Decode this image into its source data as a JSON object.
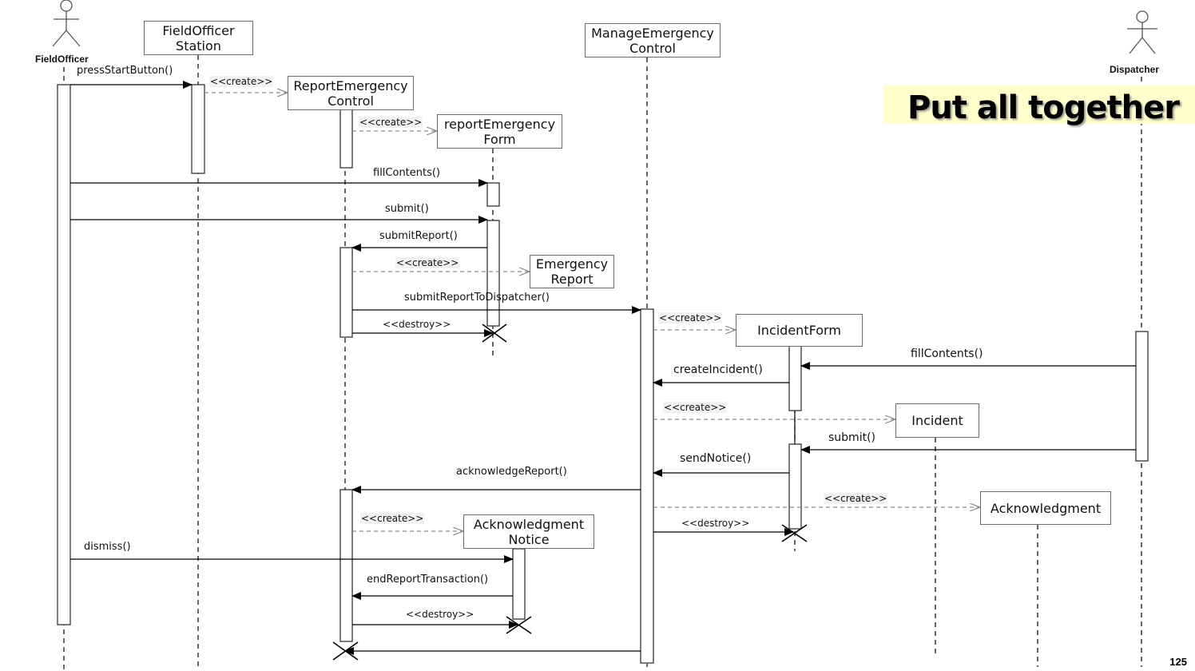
{
  "slide": {
    "title": "Put all together",
    "page_number": "125"
  },
  "actors": {
    "field_officer": "FieldOfficer",
    "dispatcher": "Dispatcher"
  },
  "objects": {
    "field_officer_station": "FieldOfficer\nStation",
    "manage_emergency_control": "ManageEmergency\nControl",
    "report_emergency_control": "ReportEmergency\nControl",
    "report_emergency_form": "reportEmergency\nForm",
    "emergency_report": "Emergency\nReport",
    "incident_form": "IncidentForm",
    "incident": "Incident",
    "acknowledgment_notice": "Acknowledgment\nNotice",
    "acknowledgment": "Acknowledgment"
  },
  "messages": {
    "press_start_button": "pressStartButton()",
    "fill_contents_officer": "fillContents()",
    "submit_officer": "submit()",
    "submit_report": "submitReport()",
    "submit_report_to_dispatcher": "submitReportToDispatcher()",
    "fill_contents_dispatcher": "fillContents()",
    "create_incident": "createIncident()",
    "submit_dispatcher": "submit()",
    "send_notice": "sendNotice()",
    "acknowledge_report": "acknowledgeReport()",
    "dismiss": "dismiss()",
    "end_report_transaction": "endReportTransaction()"
  },
  "stereotypes": {
    "create": "<<create>>",
    "destroy": "<<destroy>>"
  },
  "colors": {
    "line": "#000000",
    "dashed": "#8a8a8a",
    "box_border": "#6b6b6b",
    "banner": "#ffffcc"
  }
}
